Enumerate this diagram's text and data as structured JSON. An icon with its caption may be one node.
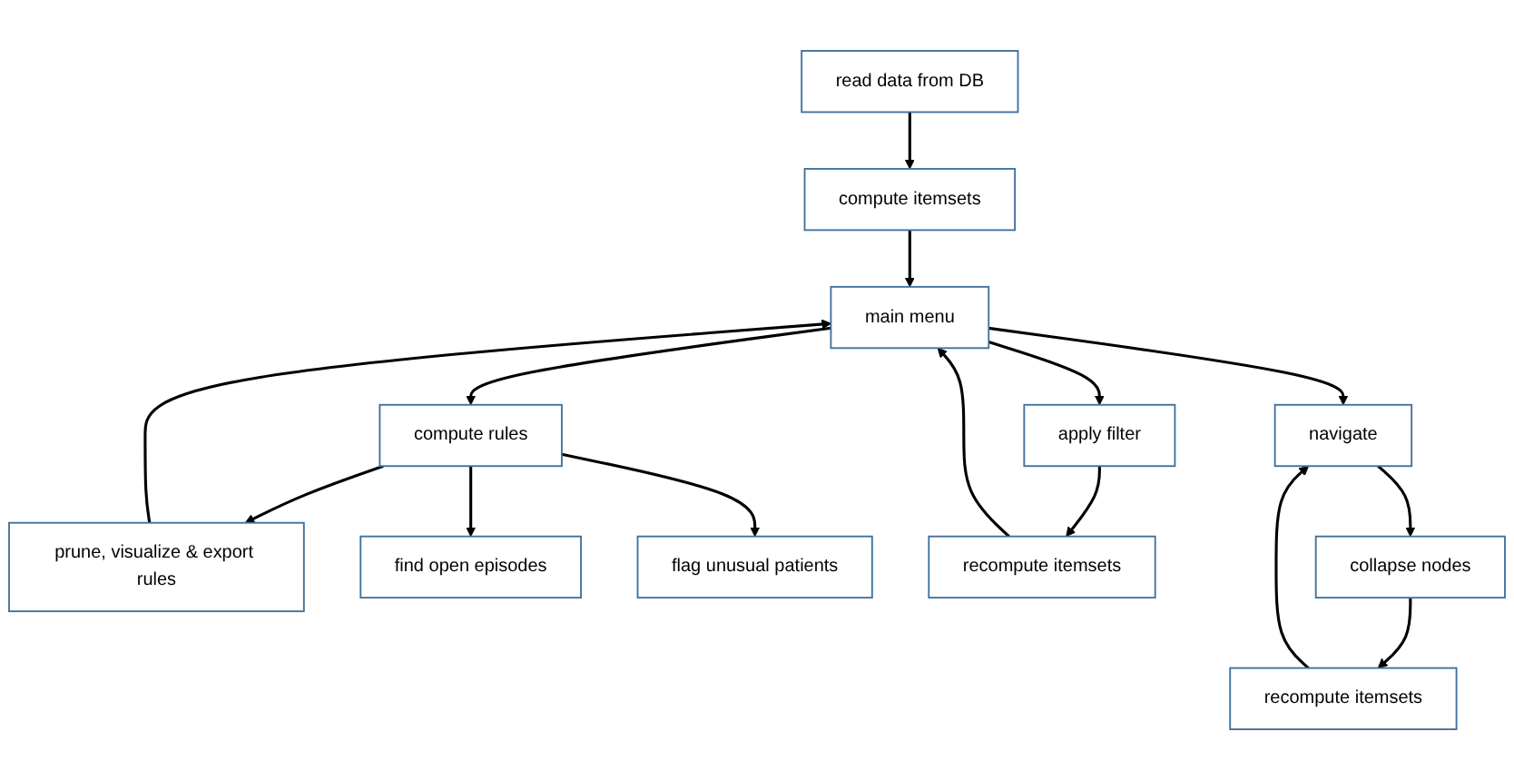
{
  "diagram": {
    "nodes": [
      {
        "text": [
          "read data from DB"
        ]
      },
      {
        "text": [
          "compute itemsets"
        ]
      },
      {
        "text": [
          "compute rules"
        ]
      },
      {
        "text": [
          "main menu"
        ]
      },
      {
        "text": [
          "navigate"
        ]
      },
      {
        "text": [
          "prune, visualize & export rules"
        ]
      },
      {
        "text": [
          "apply filter"
        ]
      },
      {
        "text": [
          "collapse nodes"
        ]
      },
      {
        "text": [
          "find open episodes"
        ]
      },
      {
        "text": [
          "recompute itemsets"
        ]
      },
      {
        "text": [
          "recompute itemsets"
        ]
      },
      {
        "text": [
          "flag unusual patients"
        ]
      }
    ],
    "edges": [
      {
        "from": 0,
        "to": 1,
        "arrow": "to"
      },
      {
        "from": 1,
        "to": 3,
        "arrow": "to"
      },
      {
        "from": 3,
        "to": 2,
        "arrow": "to"
      },
      {
        "from": 3,
        "to": 4,
        "arrow": "to"
      },
      {
        "from": 2,
        "to": 5,
        "arrow": "to"
      },
      {
        "from": 5,
        "to": 3,
        "arrow": "to"
      },
      {
        "from": 3,
        "to": 6,
        "arrow": "to"
      },
      {
        "from": 6,
        "to": 9,
        "arrow": "to"
      },
      {
        "from": 9,
        "to": 3,
        "arrow": "to"
      },
      {
        "from": 4,
        "to": 7,
        "arrow": "to"
      },
      {
        "from": 7,
        "to": 10,
        "arrow": "to"
      },
      {
        "from": 10,
        "to": 4,
        "arrow": "to"
      },
      {
        "from": 2,
        "to": 8,
        "arrow": "to"
      },
      {
        "from": 2,
        "to": 11,
        "arrow": "to"
      }
    ]
  }
}
